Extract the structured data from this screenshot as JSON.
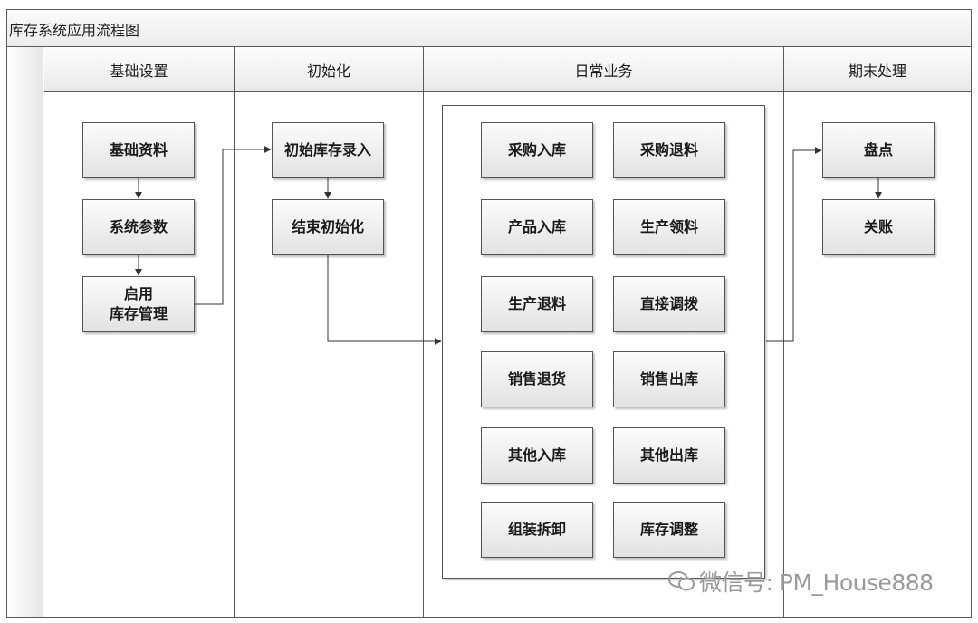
{
  "title": "库存系统应用流程图",
  "lanes": [
    "基础设置",
    "初始化",
    "日常业务",
    "期末处理"
  ],
  "basic": {
    "item1": "基础资料",
    "item2": "系统参数",
    "item3": "启用\n库存管理"
  },
  "init": {
    "item1": "初始库存录入",
    "item2": "结束初始化"
  },
  "daily": [
    "采购入库",
    "采购退料",
    "产品入库",
    "生产领料",
    "生产退料",
    "直接调拨",
    "销售退货",
    "销售出库",
    "其他入库",
    "其他出库",
    "组装拆卸",
    "库存调整"
  ],
  "period": {
    "item1": "盘点",
    "item2": "关账"
  },
  "watermark": "微信号: PM_House888",
  "icons": {
    "watermark": "wechat-icon"
  }
}
